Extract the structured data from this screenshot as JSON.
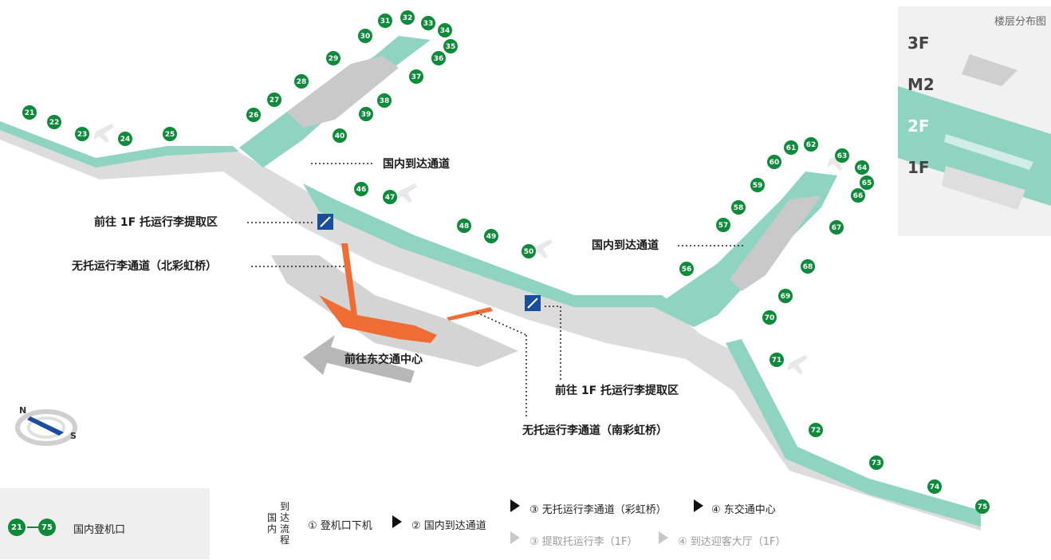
{
  "callouts": {
    "domestic_arrival_left": "国内到达通道",
    "domestic_arrival_right": "国内到达通道",
    "to_1f_baggage_left": "前往 1F 托运行李提取区",
    "to_1f_baggage_center": "前往 1F 托运行李提取区",
    "no_checked_north": "无托运行李通道（北彩虹桥）",
    "no_checked_south": "无托运行李通道（南彩虹桥）",
    "to_east_transport": "前往东交通中心"
  },
  "gates": [
    "21",
    "22",
    "23",
    "24",
    "25",
    "26",
    "27",
    "28",
    "29",
    "30",
    "31",
    "32",
    "33",
    "34",
    "35",
    "36",
    "37",
    "38",
    "39",
    "40",
    "46",
    "47",
    "48",
    "49",
    "50",
    "56",
    "57",
    "58",
    "59",
    "60",
    "61",
    "62",
    "63",
    "64",
    "65",
    "66",
    "67",
    "68",
    "69",
    "70",
    "71",
    "72",
    "73",
    "74",
    "75"
  ],
  "floor_panel": {
    "title": "楼层分布图",
    "floors": [
      "3F",
      "M2",
      "2F",
      "1F"
    ],
    "active_floor": "2F"
  },
  "legend": {
    "gate_from": "21",
    "gate_to": "75",
    "label": "国内登机口"
  },
  "flow": {
    "title_chars": [
      "到",
      "达",
      "流",
      "程",
      "国",
      "内"
    ],
    "steps_main": [
      "① 登机口下机",
      "② 国内到达通道"
    ],
    "steps_top": [
      "③ 无托运行李通道（彩虹桥）",
      "④ 东交通中心"
    ],
    "steps_bottom": [
      "③ 提取托运行李（1F）",
      "④ 到达迎客大厅（1F）"
    ]
  },
  "compass": {
    "north": "N",
    "south": "S"
  },
  "colors": {
    "gate_green": "#0d8a3a",
    "walkway_teal": "#8fd3c1",
    "building_gray": "#d9d9d9",
    "bridge_orange": "#ef6c35",
    "escalator_blue": "#1a4e9c"
  }
}
